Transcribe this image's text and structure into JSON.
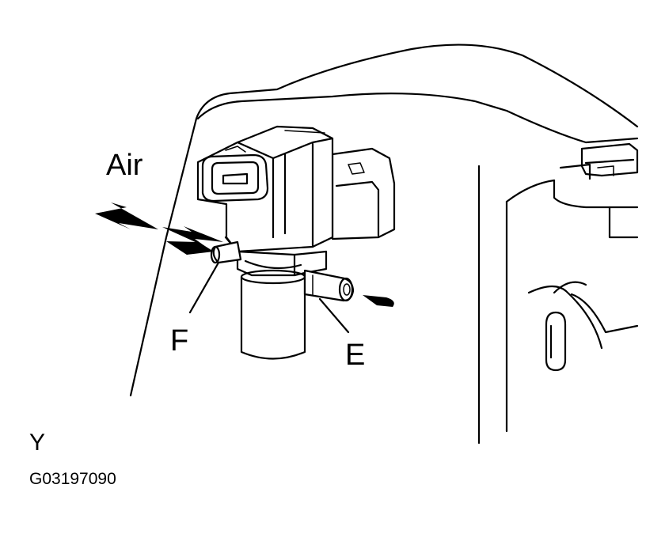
{
  "labels": {
    "air": "Air",
    "port_f": "F",
    "port_e": "E",
    "view": "Y",
    "figure_code": "G03197090"
  }
}
